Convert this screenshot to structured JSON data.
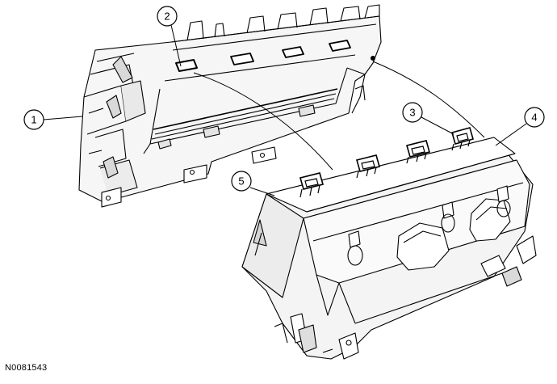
{
  "figure": {
    "id": "N0081543",
    "callouts": [
      {
        "key": "c1",
        "label": "1"
      },
      {
        "key": "c2",
        "label": "2"
      },
      {
        "key": "c3",
        "label": "3"
      },
      {
        "key": "c4",
        "label": "4"
      },
      {
        "key": "c5",
        "label": "5"
      }
    ]
  },
  "colors": {
    "line": "#000000",
    "panel_fill": "#f3f3f3",
    "shade": "#c8c8c8",
    "background": "#ffffff"
  }
}
